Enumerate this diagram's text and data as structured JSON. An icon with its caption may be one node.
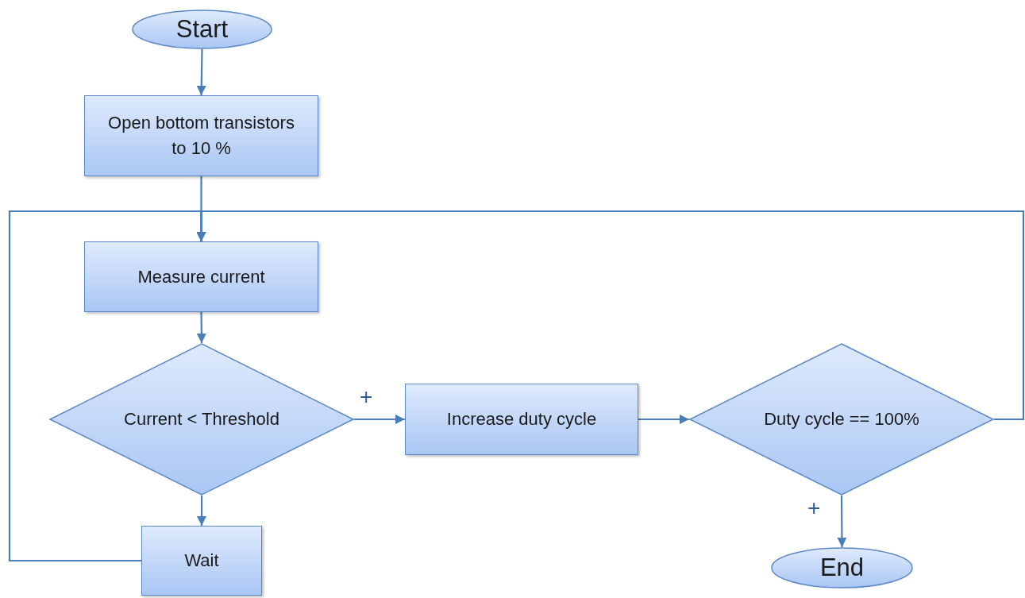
{
  "diagram": {
    "nodes": [
      {
        "text": [
          "Start"
        ]
      },
      {
        "text": [
          "Open bottom transistors to  10 %"
        ]
      },
      {
        "text": [
          "Measure current"
        ]
      },
      {
        "text": [
          "Current < Threshold"
        ]
      },
      {
        "text": [
          "Increase duty cycle"
        ]
      },
      {
        "text": [
          "Duty cycle == 100%"
        ]
      },
      {
        "text": [
          "Wait"
        ]
      },
      {
        "text": [
          "End"
        ]
      }
    ],
    "edges": [
      {
        "from": 0,
        "to": 1,
        "arrow": "to"
      },
      {
        "from": 1,
        "to": 2,
        "arrow": "to"
      },
      {
        "from": 2,
        "to": 3,
        "arrow": "to"
      },
      {
        "from": 3,
        "to": 4,
        "arrow": "to",
        "label": "+"
      },
      {
        "from": 4,
        "to": 5,
        "arrow": "to"
      },
      {
        "from": 5,
        "to": 7,
        "arrow": "to",
        "label": "+"
      },
      {
        "from": 3,
        "to": 6,
        "arrow": "to"
      },
      {
        "from": 6,
        "to": 2,
        "arrow": "to"
      },
      {
        "from": 5,
        "to": 2,
        "arrow": "to"
      }
    ]
  }
}
